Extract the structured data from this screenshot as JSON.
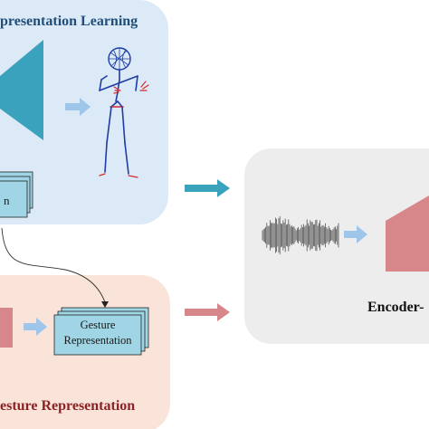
{
  "panels": {
    "top_title": "presentation Learning",
    "bottom_title": "esture Representation",
    "right_title": "Encoder-"
  },
  "boxes": {
    "top_box_label": "n",
    "gesture_box_line1": "Gesture",
    "gesture_box_line2": "Representation"
  },
  "colors": {
    "top_panel": "#dce9f7",
    "bottom_panel": "#fae3d9",
    "right_panel": "#ededed",
    "teal": "#3aa2bd",
    "salmon": "#d7878a",
    "box_fill": "#9fd5e4",
    "light_arrow": "#9ec5ea",
    "title_blue": "#1f4e79",
    "title_red": "#8b2324",
    "skeleton_blue": "#1f3ea5",
    "skeleton_red": "#d42a2a"
  }
}
